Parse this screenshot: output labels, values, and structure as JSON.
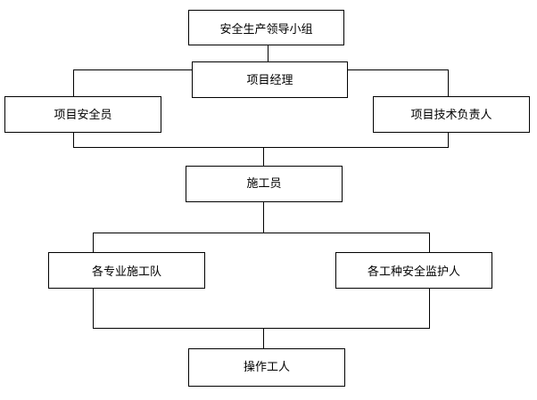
{
  "nodes": {
    "safety_leadership_group": "安全生产领导小组",
    "project_manager": "项目经理",
    "project_safety_officer": "项目安全员",
    "project_technical_lead": "项目技术负责人",
    "construction_officer": "施工员",
    "specialized_teams": "各专业施工队",
    "trade_safety_supervisors": "各工种安全监护人",
    "operating_workers": "操作工人"
  }
}
